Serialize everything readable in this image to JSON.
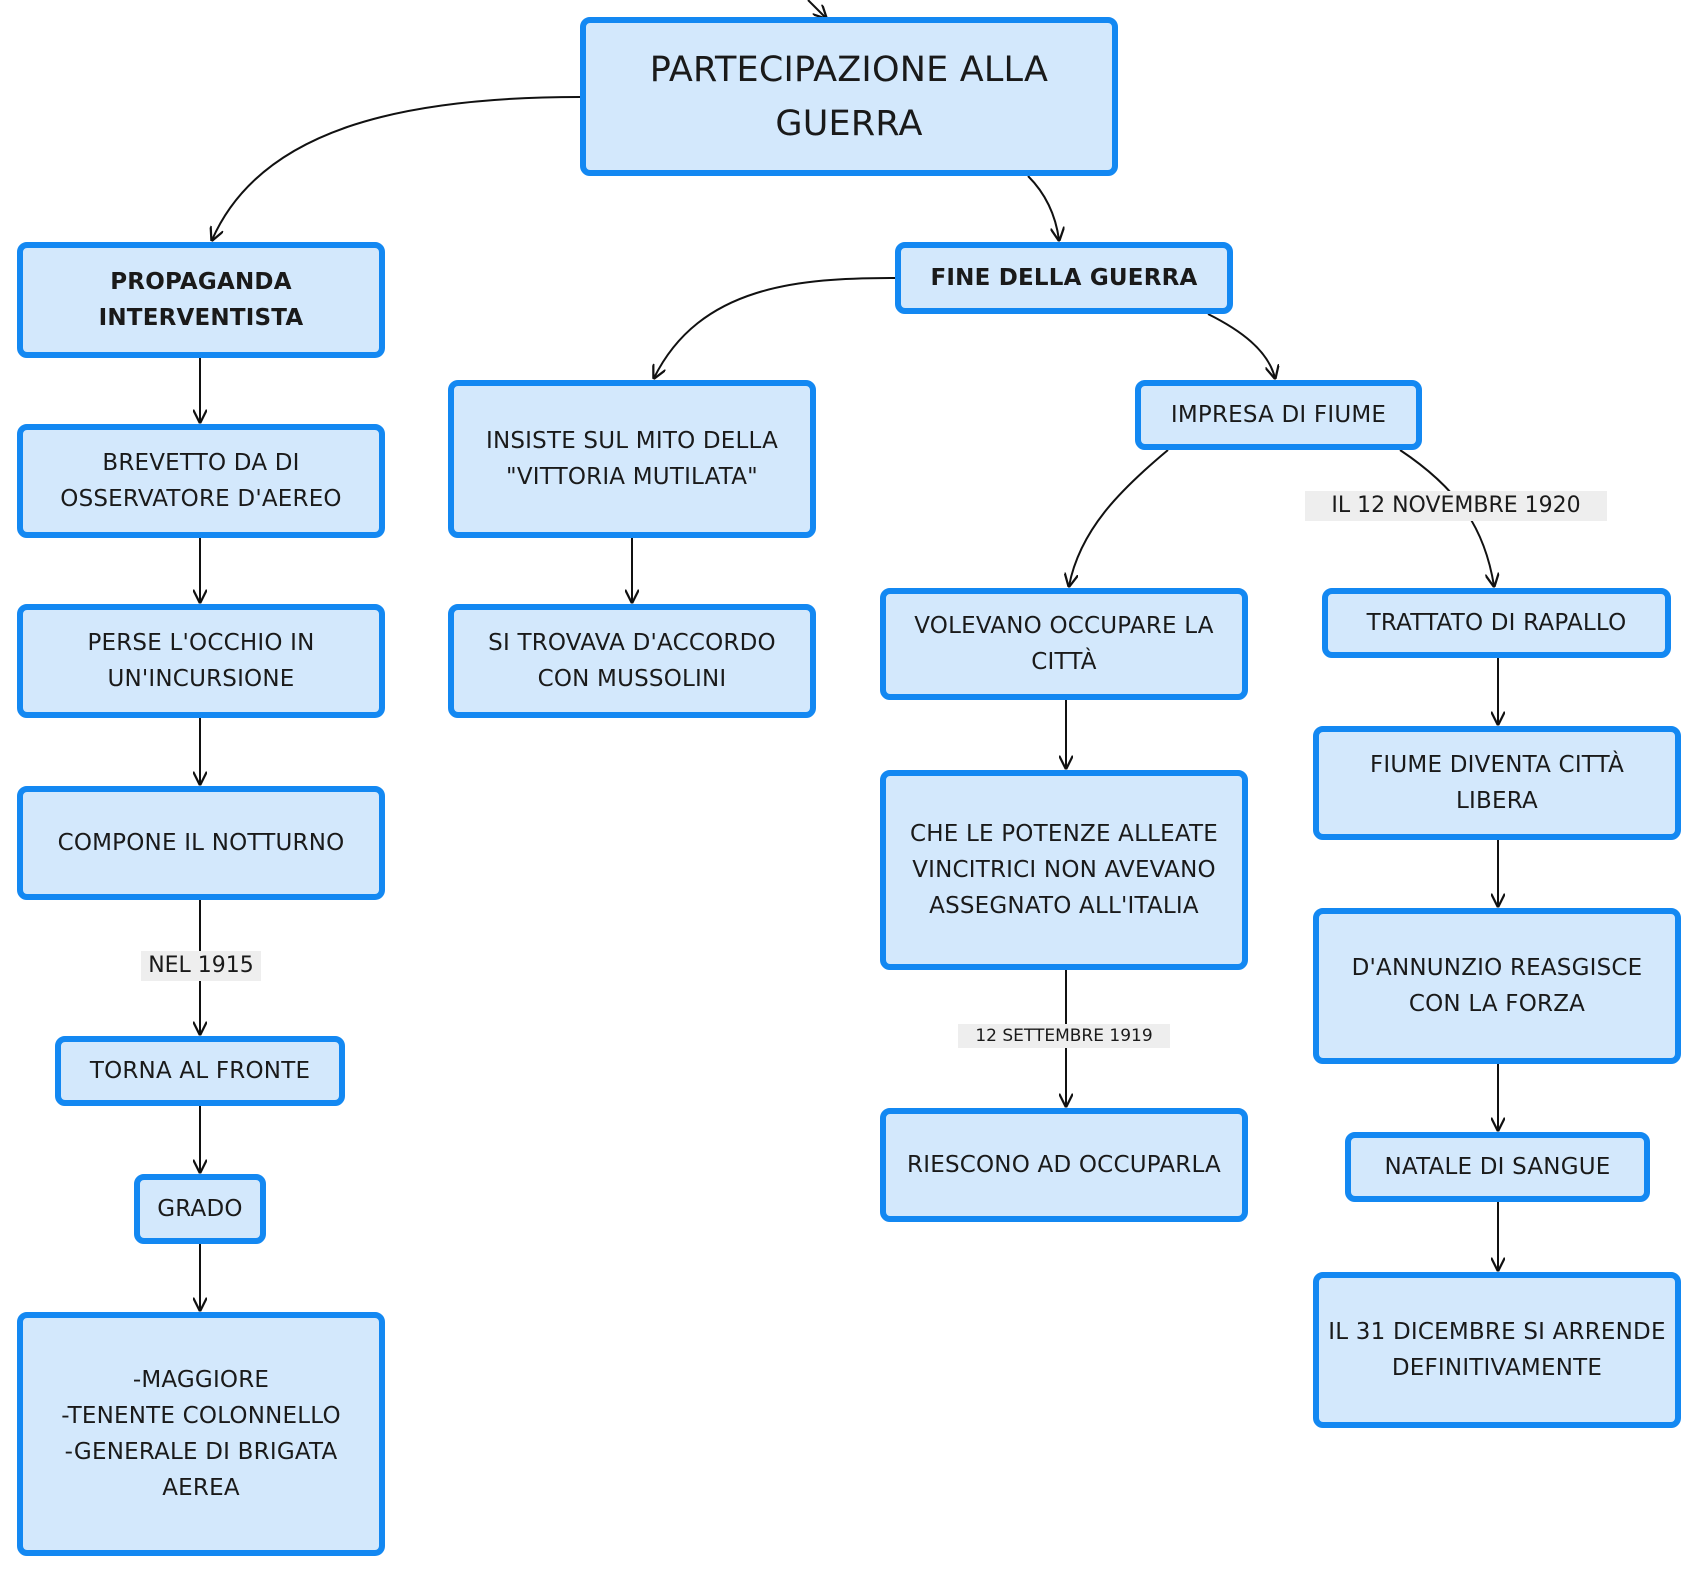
{
  "map": {
    "root": "PARTECIPAZIONE ALLA\nGUERRA",
    "propaganda": "PROPAGANDA\nINTERVENTISTA",
    "brevetto": "BREVETTO DA DI\nOSSERVATORE D'AEREO",
    "occhio": "PERSE L'OCCHIO IN\nUN'INCURSIONE",
    "notturno": "COMPONE IL NOTTURNO",
    "label_1915": "NEL 1915",
    "fronte": "TORNA AL FRONTE",
    "grado": "GRADO",
    "gradi_list": "-MAGGIORE\n-TENENTE COLONNELLO\n-GENERALE DI BRIGATA\nAEREA",
    "fine_guerra": "FINE DELLA GUERRA",
    "mito": "INSISTE SUL MITO DELLA\n\"VITTORIA MUTILATA\"",
    "mussolini": "SI TROVAVA D'ACCORDO\nCON MUSSOLINI",
    "fiume": "IMPRESA DI FIUME",
    "label_nov1920": "IL 12 NOVEMBRE 1920",
    "occupare": "VOLEVANO OCCUPARE LA\nCITTÀ",
    "potenze": "CHE LE POTENZE ALLEATE\nVINCITRICI NON AVEVANO\nASSEGNATO ALL'ITALIA",
    "label_set1919": "12 SETTEMBRE 1919",
    "riescono": "RIESCONO AD OCCUPARLA",
    "rapallo": "TRATTATO DI RAPALLO",
    "citta_libera": "FIUME DIVENTA CITTÀ\nLIBERA",
    "reasgisce": "D'ANNUNZIO REASGISCE\nCON LA FORZA",
    "natale": "NATALE DI SANGUE",
    "resa": "IL 31 DICEMBRE SI ARRENDE\nDEFINITIVAMENTE"
  },
  "colors": {
    "node_fill": "#d3e8fc",
    "node_border": "#1388f2",
    "edge": "#111111",
    "label_bg": "#eeeeee"
  }
}
